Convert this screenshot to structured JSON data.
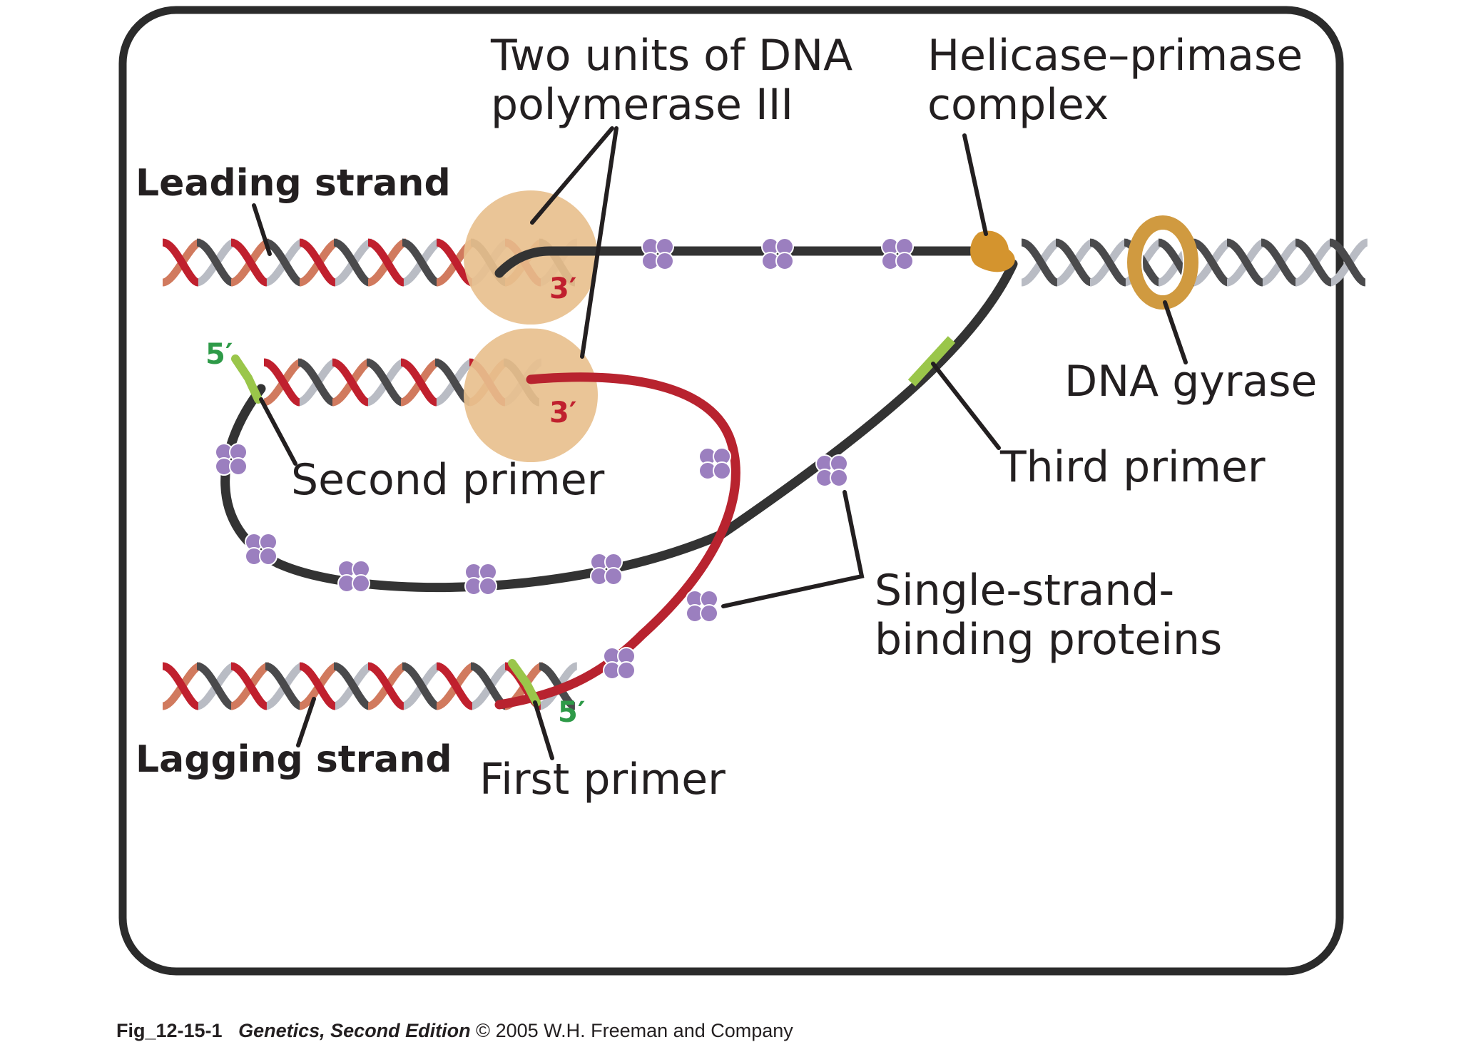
{
  "labels": {
    "polymerase_line1": "Two units of DNA",
    "polymerase_line2": "polymerase III",
    "helicase_line1": "Helicase–primase",
    "helicase_line2": "complex",
    "leading_strand": "Leading strand",
    "lagging_strand": "Lagging strand",
    "dna_gyrase": "DNA gyrase",
    "second_primer": "Second primer",
    "third_primer": "Third primer",
    "first_primer": "First primer",
    "ssb_line1": "Single-strand-",
    "ssb_line2": "binding proteins",
    "leading_3prime": "3′",
    "lagging_3prime": "3′",
    "second_primer_5prime": "5′",
    "first_primer_5prime": "5′"
  },
  "caption": {
    "fig_id": "Fig_12-15-1",
    "book_title": "Genetics, Second Edition",
    "copyright": "© 2005 W.H. Freeman and Company"
  },
  "colors": {
    "dna_red": "#c0202e",
    "dna_salmon": "#d17a5e",
    "dna_dark": "#4a4a4c",
    "dna_gray": "#b9bcc4",
    "strand_black": "#333333",
    "strand_red": "#b8232f",
    "polymerase": "#e8c08e",
    "helicase": "#d4942e",
    "gyrase": "#d09a40",
    "primer_green": "#9ac64a",
    "label_green": "#2e9a48",
    "ssb_purple": "#9b7fbf",
    "frame": "#2b2b2b"
  }
}
